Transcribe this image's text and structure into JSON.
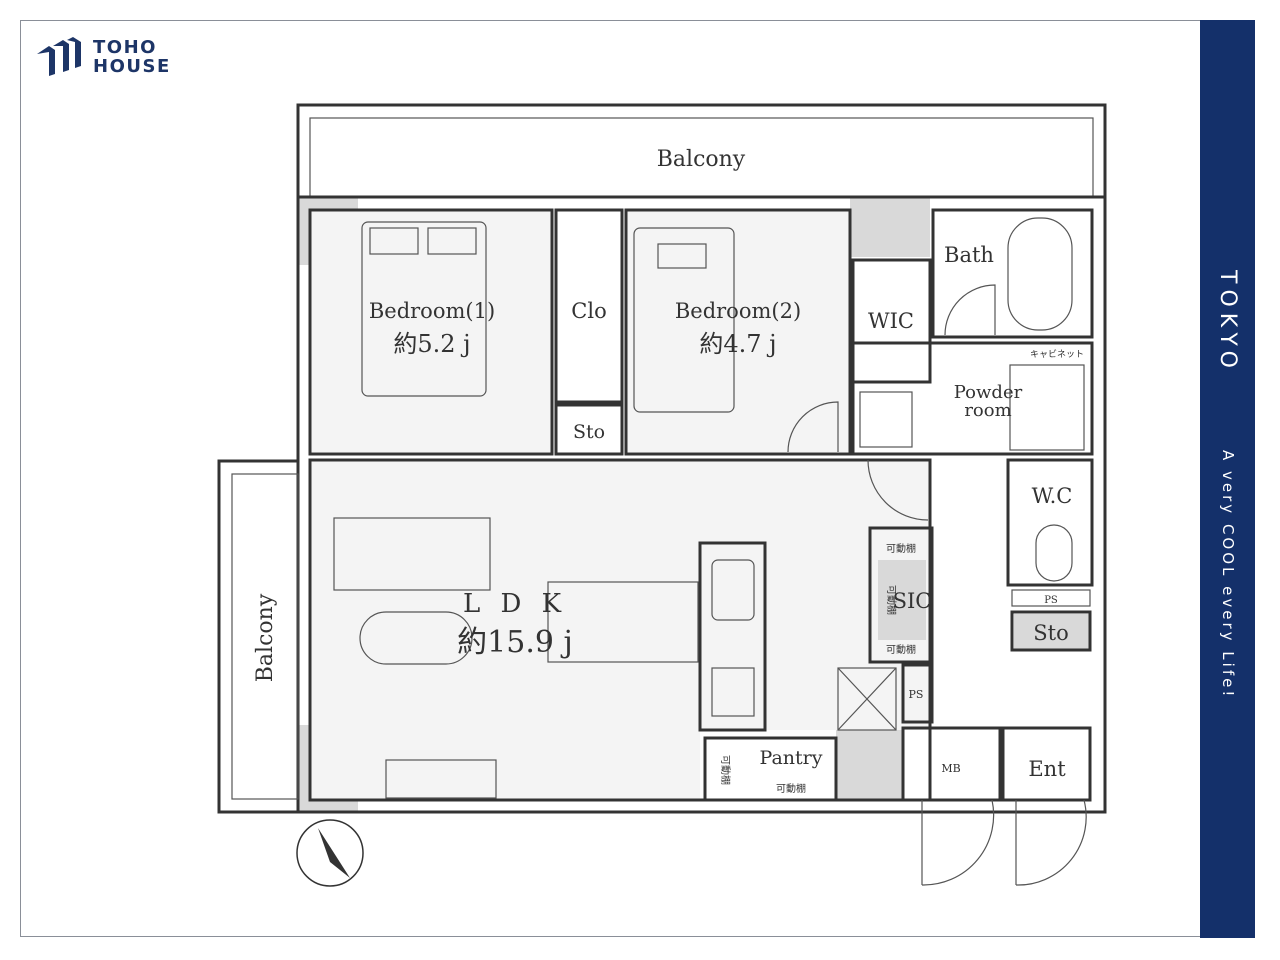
{
  "brand": {
    "line1": "TOHO",
    "line2": "HOUSE"
  },
  "banner": {
    "city": "TOKYO",
    "tagline": "A very COOL every Life!",
    "color": "#14306a"
  },
  "rooms": {
    "balcony_top": "Balcony",
    "balcony_left": "Balcony",
    "bedroom1": {
      "name": "Bedroom(1)",
      "size": "約5.2 j"
    },
    "closet": "Clo",
    "storage_1": "Sto",
    "bedroom2": {
      "name": "Bedroom(2)",
      "size": "約4.7 j"
    },
    "wic": "WIC",
    "bath": "Bath",
    "cabinet": "キャビネット",
    "powder": {
      "line1": "Powder",
      "line2": "room"
    },
    "wc": "W.C",
    "ps_1": "PS",
    "storage_2": "Sto",
    "ldk": {
      "name": "L D K",
      "size": "約15.9 j"
    },
    "sic": "SIC",
    "shelf_top": "可動棚",
    "shelf_side": "可動棚",
    "shelf_bottom": "可動棚",
    "ps_2": "PS",
    "pantry": "Pantry",
    "pantry_shelf_side": "可動棚",
    "pantry_shelf_bottom": "可動棚",
    "mb": "MB",
    "entrance": "Ent"
  }
}
